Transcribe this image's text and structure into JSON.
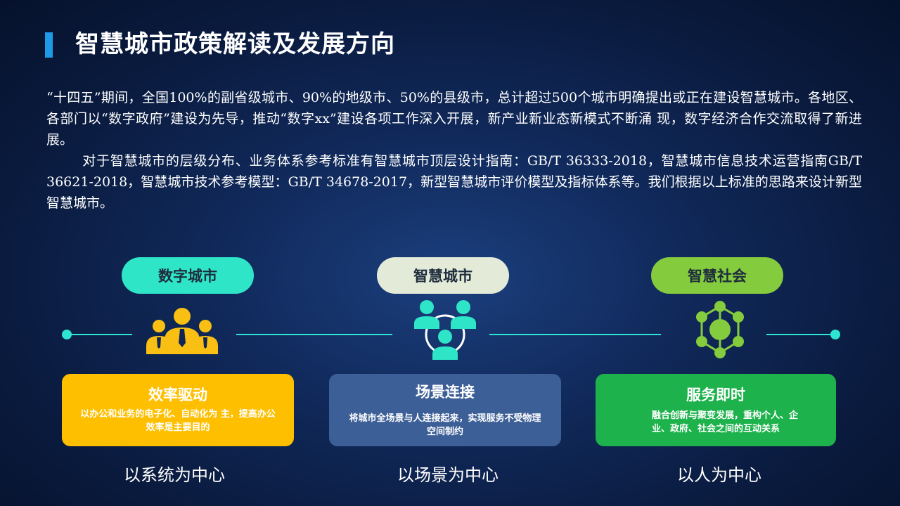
{
  "title": "智慧城市政策解读及发展方向",
  "intro": {
    "p1": "“十四五”期间，全国100%的副省级城市、90%的地级市、50%的县级市，总计超过500个城市明确提出或正在建设智慧城市。各地区、各部门以“数字政府”建设为先导，推动“数字xx”建设各项工作深入开展，新产业新业态新模式不断涌 现，数字经济合作交流取得了新进展。",
    "p2": "对于智慧城市的层级分布、业务体系参考标准有智慧城市顶层设计指南：GB/T 36333-2018，智慧城市信息技术运营指南GB/T 36621-2018，智慧城市技术参考模型：GB/T 34678-2017，新型智慧城市评价模型及指标体系等。我们根据以上标准的思路来设计新型智慧城市。"
  },
  "stages": [
    {
      "label": "数字城市",
      "icon": "business-people-icon",
      "card_title": "效率驱动",
      "card_desc": "以办公和业务的电子化、自动化为 主，提高办公效率是主要目的",
      "bottom": "以系统为中心",
      "pill_color": "#2ee5c8",
      "card_color": "#fdbf00"
    },
    {
      "label": "智慧城市",
      "icon": "connected-people-icon",
      "card_title": "场景连接",
      "card_desc": "将城市全场景与人连接起来，实现服务不受物理空间制约",
      "bottom": "以场景为中心",
      "pill_color": "#e3ead8",
      "card_color": "#3d5f97"
    },
    {
      "label": "智慧社会",
      "icon": "network-hub-icon",
      "card_title": "服务即时",
      "card_desc": "融合创新与聚变发展，重构个人、企业、政府、社会之间的互动关系",
      "bottom": "以人为中心",
      "pill_color": "#84cc3e",
      "card_color": "#1db24c"
    }
  ],
  "colors": {
    "accent": "#1e9ae6",
    "timeline": "#2ee5d1",
    "icon_gold": "#f9c013",
    "icon_teal": "#2ee5c8",
    "icon_green": "#84cc3e"
  }
}
